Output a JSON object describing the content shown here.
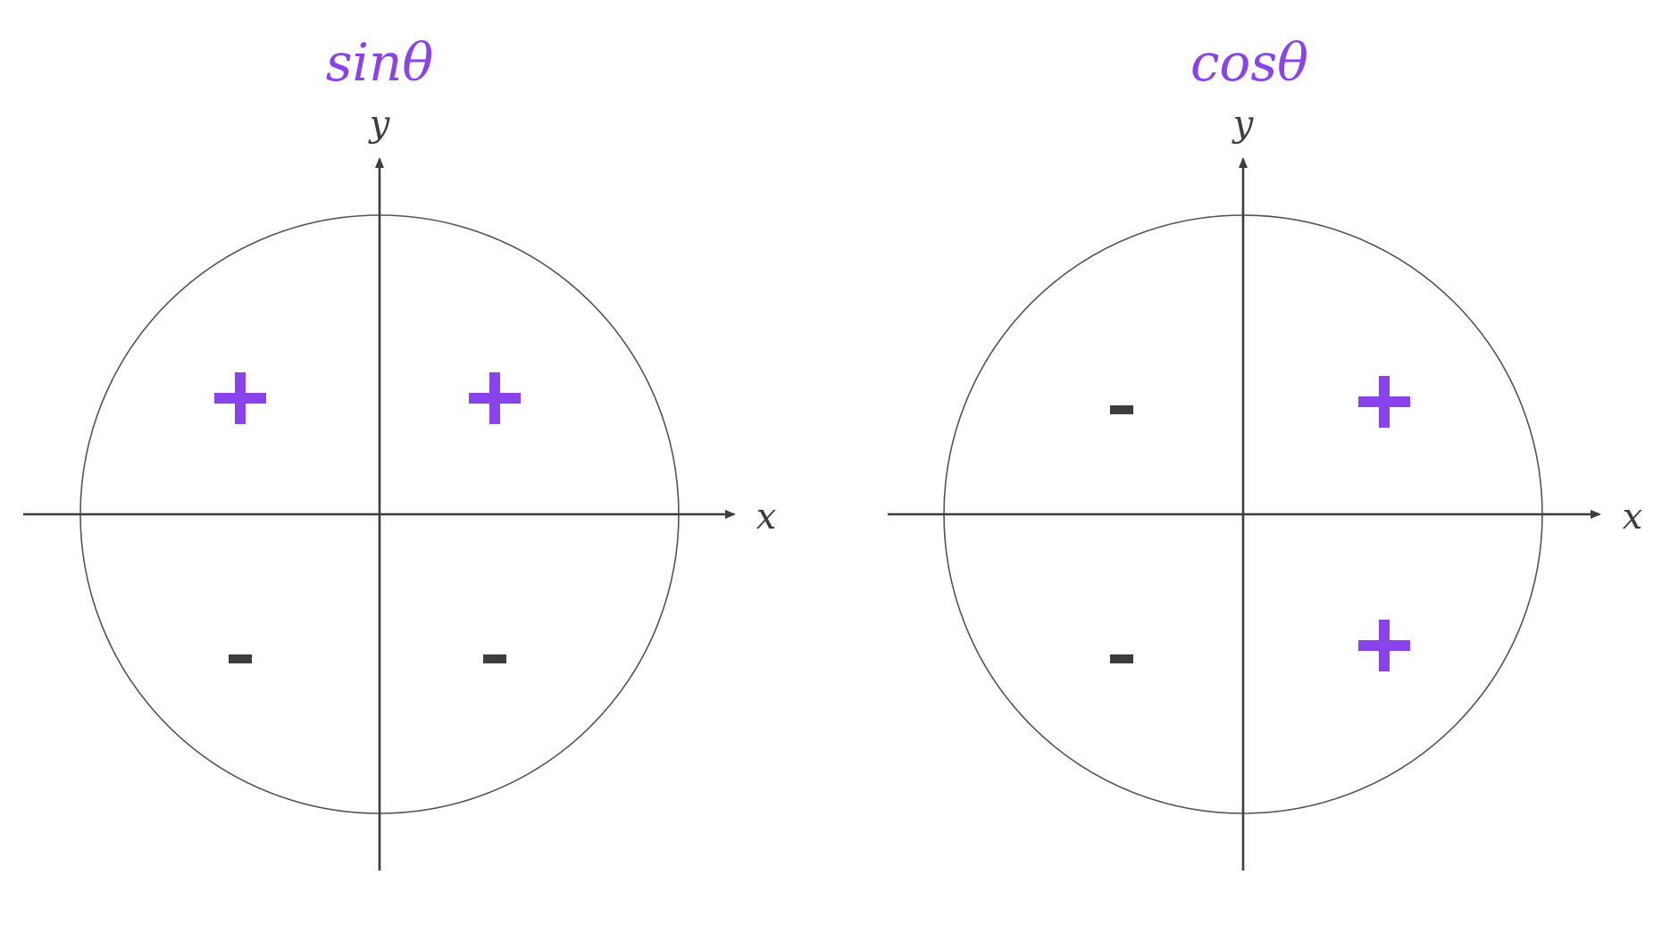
{
  "colors": {
    "accent": "#8a43ec",
    "ink": "#3d3d3d",
    "circle": "#555555"
  },
  "panels": [
    {
      "id": "sin",
      "title": "sinθ",
      "x_label": "x",
      "y_label": "y",
      "quadrant_signs": {
        "q1": "positive",
        "q2": "positive",
        "q3": "negative",
        "q4": "negative"
      }
    },
    {
      "id": "cos",
      "title": "cosθ",
      "x_label": "x",
      "y_label": "y",
      "quadrant_signs": {
        "q1": "positive",
        "q2": "negative",
        "q3": "negative",
        "q4": "positive"
      }
    }
  ]
}
